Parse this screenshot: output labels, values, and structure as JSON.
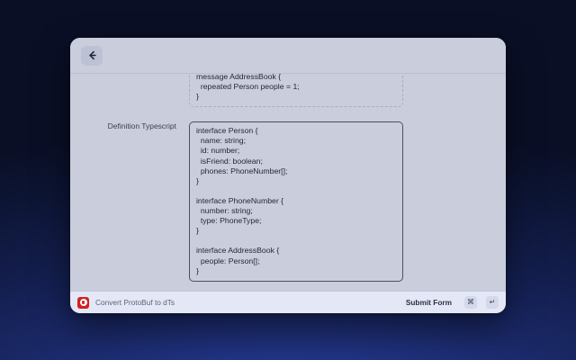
{
  "window": {
    "header": {
      "back_icon": "arrow-left-icon"
    },
    "form": {
      "fields": [
        {
          "label": "",
          "state": "scrolled-partial",
          "code": "message AddressBook {\n  repeated Person people = 1;\n}"
        },
        {
          "label": "Definition Typescript",
          "state": "focused",
          "code": "interface Person {\n  name: string;\n  id: number;\n  isFriend: boolean;\n  phones: PhoneNumber[];\n}\n\ninterface PhoneNumber {\n  number: string;\n  type: PhoneType;\n}\n\ninterface AddressBook {\n  people: Person[];\n}"
        }
      ]
    },
    "footer": {
      "app_icon": "record-circle-icon",
      "title": "Convert ProtoBuf to dTs",
      "submit_label": "Submit Form",
      "keys": [
        "⌘",
        "↵"
      ]
    }
  },
  "colors": {
    "window_bg": "#c9cddc",
    "footer_bg": "#e4e8f6",
    "accent_red": "#d42020",
    "backdrop_top": "#080c1e",
    "backdrop_bottom": "#25398f"
  }
}
